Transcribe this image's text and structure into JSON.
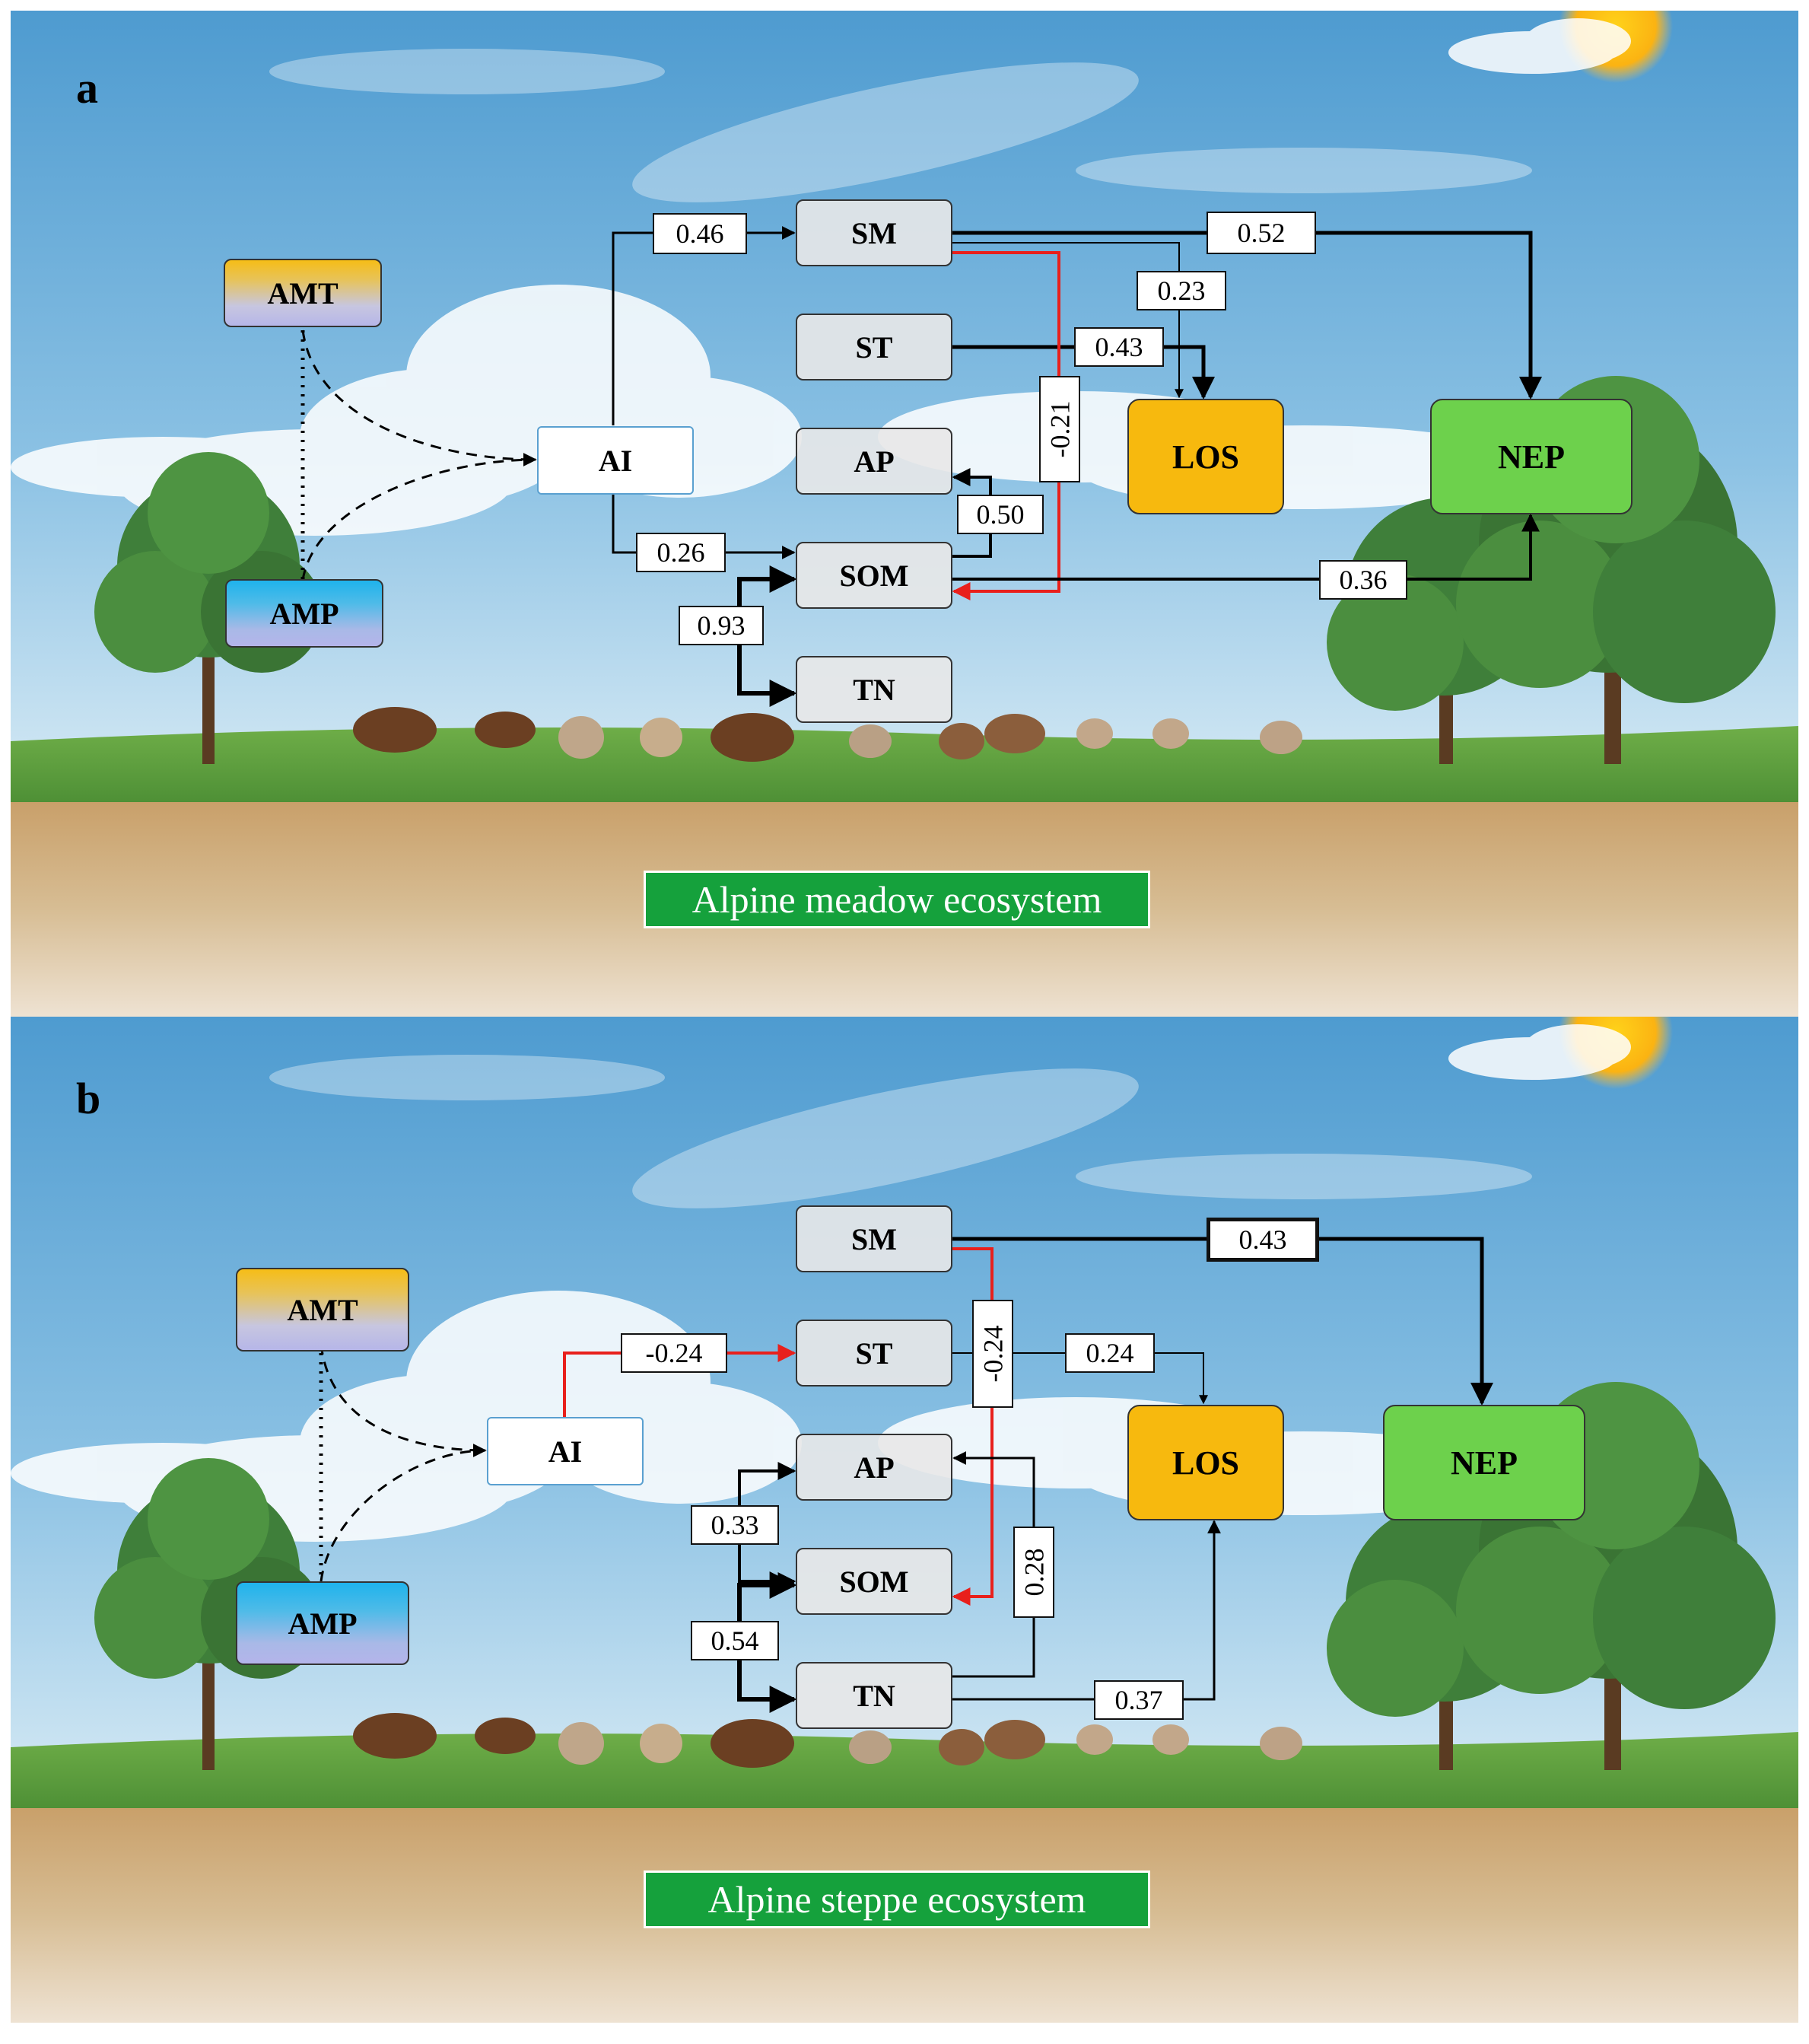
{
  "panels": [
    {
      "label": "a",
      "ecosystem": "Alpine meadow ecosystem",
      "nodes": {
        "amt": "AMT",
        "amp": "AMP",
        "ai": "AI",
        "sm": "SM",
        "st": "ST",
        "ap": "AP",
        "som": "SOM",
        "tn": "TN",
        "los": "LOS",
        "nep": "NEP"
      },
      "paths": [
        {
          "from": "AI",
          "to": "SM",
          "coef": "0.46",
          "sign": "positive"
        },
        {
          "from": "SM",
          "to": "NEP",
          "coef": "0.52",
          "sign": "positive"
        },
        {
          "from": "SM",
          "to": "LOS",
          "coef": "0.23",
          "sign": "positive"
        },
        {
          "from": "ST",
          "to": "LOS",
          "coef": "0.43",
          "sign": "positive"
        },
        {
          "from": "SM",
          "to": "SOM",
          "coef": "-0.21",
          "sign": "negative"
        },
        {
          "from": "SOM",
          "to": "AP",
          "coef": "0.50",
          "sign": "positive"
        },
        {
          "from": "AI",
          "to": "SOM",
          "coef": "0.26",
          "sign": "positive"
        },
        {
          "from": "SOM",
          "to": "NEP",
          "coef": "0.36",
          "sign": "positive"
        },
        {
          "from": "SOM",
          "to": "TN",
          "coef": "0.93",
          "sign": "positive"
        }
      ]
    },
    {
      "label": "b",
      "ecosystem": "Alpine steppe ecosystem",
      "nodes": {
        "amt": "AMT",
        "amp": "AMP",
        "ai": "AI",
        "sm": "SM",
        "st": "ST",
        "ap": "AP",
        "som": "SOM",
        "tn": "TN",
        "los": "LOS",
        "nep": "NEP"
      },
      "paths": [
        {
          "from": "SM",
          "to": "NEP",
          "coef": "0.43",
          "sign": "positive"
        },
        {
          "from": "AI",
          "to": "ST",
          "coef": "-0.24",
          "sign": "negative"
        },
        {
          "from": "SM",
          "to": "SOM",
          "coef": "-0.24",
          "sign": "negative"
        },
        {
          "from": "ST",
          "to": "LOS",
          "coef": "0.24",
          "sign": "positive"
        },
        {
          "from": "SOM",
          "to": "AP",
          "coef": "0.33",
          "sign": "positive"
        },
        {
          "from": "TN",
          "to": "AP",
          "coef": "0.28",
          "sign": "positive"
        },
        {
          "from": "SOM",
          "to": "TN",
          "coef": "0.54",
          "sign": "positive"
        },
        {
          "from": "TN",
          "to": "LOS",
          "coef": "0.37",
          "sign": "positive"
        }
      ]
    }
  ],
  "colors": {
    "positive": "#000000",
    "negative": "#e8201c",
    "los": "#f7b90e",
    "nep": "#6dd14c",
    "ecosystem_label": "#15a13c"
  }
}
